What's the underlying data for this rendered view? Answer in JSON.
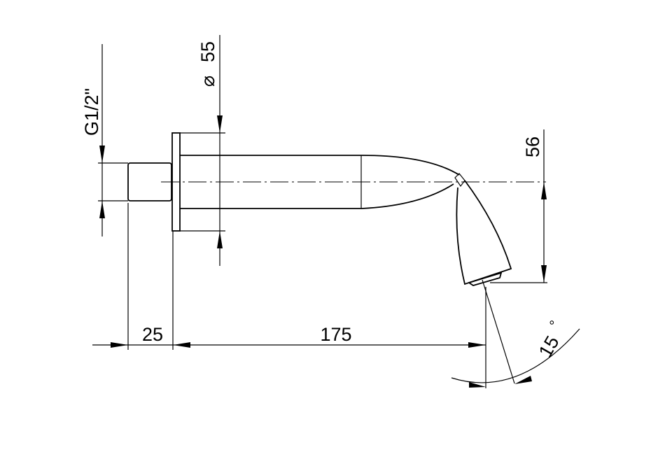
{
  "drawing": {
    "dimensions": {
      "thread": "G1/2\"",
      "flange_diameter": "55",
      "diameter_symbol": "⌀",
      "height_drop": "56",
      "thread_length": "25",
      "spout_length": "175",
      "angle": "15",
      "degree_symbol": "°"
    },
    "colors": {
      "line": "#000000",
      "background": "#ffffff"
    }
  }
}
